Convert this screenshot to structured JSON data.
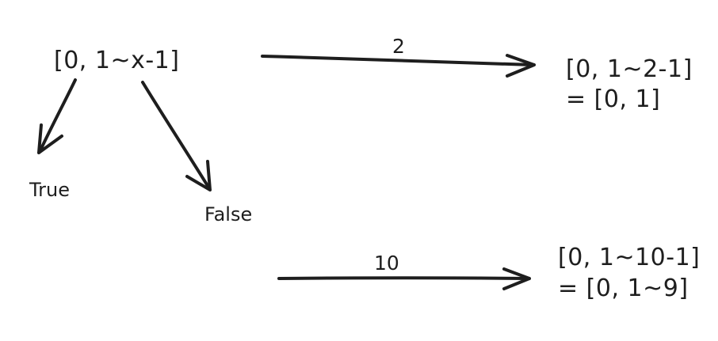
{
  "diagram": {
    "root": {
      "text": "[0, 1~x-1]"
    },
    "branches": {
      "true_label": "True",
      "false_label": "False"
    },
    "example_1": {
      "arrow_label": "2",
      "result_line1": "[0, 1~2-1]",
      "result_line2": "= [0, 1]"
    },
    "example_2": {
      "arrow_label": "10",
      "result_line1": "[0, 1~10-1]",
      "result_line2": "= [0, 1~9]"
    },
    "colors": {
      "stroke": "#1e1e1e",
      "background": "#ffffff"
    }
  }
}
